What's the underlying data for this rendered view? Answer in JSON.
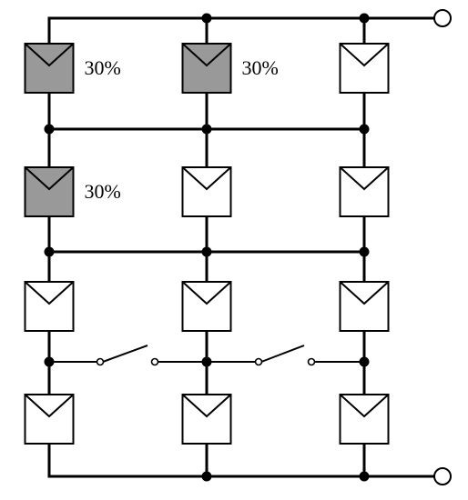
{
  "colors": {
    "shaded": "#999999",
    "unshaded": "#ffffff",
    "wire": "#000000"
  },
  "shade_label": "30%",
  "panels": [
    {
      "id": "r1c1",
      "row": 1,
      "col": 1,
      "shaded": true,
      "label": "30%"
    },
    {
      "id": "r1c2",
      "row": 1,
      "col": 2,
      "shaded": true,
      "label": "30%"
    },
    {
      "id": "r1c3",
      "row": 1,
      "col": 3,
      "shaded": false,
      "label": ""
    },
    {
      "id": "r2c1",
      "row": 2,
      "col": 1,
      "shaded": true,
      "label": "30%"
    },
    {
      "id": "r2c2",
      "row": 2,
      "col": 2,
      "shaded": false,
      "label": ""
    },
    {
      "id": "r2c3",
      "row": 2,
      "col": 3,
      "shaded": false,
      "label": ""
    },
    {
      "id": "r3c1",
      "row": 3,
      "col": 1,
      "shaded": false,
      "label": ""
    },
    {
      "id": "r3c2",
      "row": 3,
      "col": 2,
      "shaded": false,
      "label": ""
    },
    {
      "id": "r3c3",
      "row": 3,
      "col": 3,
      "shaded": false,
      "label": ""
    },
    {
      "id": "r4c1",
      "row": 4,
      "col": 1,
      "shaded": false,
      "label": ""
    },
    {
      "id": "r4c2",
      "row": 4,
      "col": 2,
      "shaded": false,
      "label": ""
    },
    {
      "id": "r4c3",
      "row": 4,
      "col": 3,
      "shaded": false,
      "label": ""
    }
  ],
  "switches": [
    {
      "id": "sw-1-2",
      "between_cols": [
        1,
        2
      ],
      "state": "open"
    },
    {
      "id": "sw-2-3",
      "between_cols": [
        2,
        3
      ],
      "state": "open"
    }
  ]
}
